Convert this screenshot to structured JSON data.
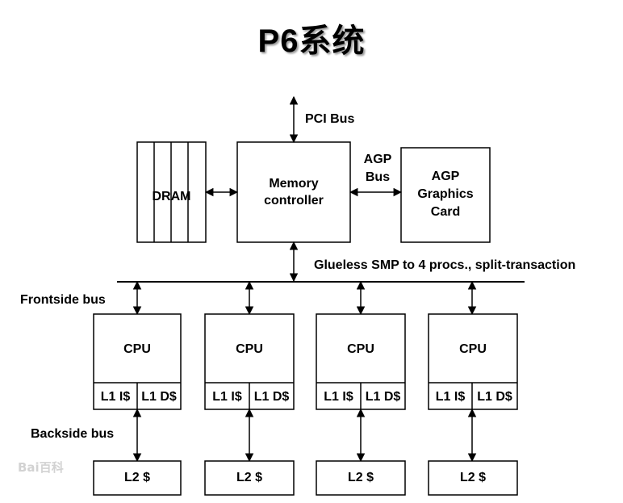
{
  "title": "P6系统",
  "blocks": {
    "dram": "DRAM",
    "memory_controller": [
      "Memory",
      "controller"
    ],
    "agp_card": [
      "AGP",
      "Graphics",
      "Card"
    ]
  },
  "buses": {
    "pci": "PCI Bus",
    "agp": [
      "AGP",
      "Bus"
    ],
    "smp_note": "Glueless SMP to 4 procs., split-transaction",
    "frontside": "Frontside bus",
    "backside": "Backside bus"
  },
  "cpus": [
    {
      "label": "CPU",
      "l1i": "L1 I$",
      "l1d": "L1 D$",
      "l2": "L2 $"
    },
    {
      "label": "CPU",
      "l1i": "L1 I$",
      "l1d": "L1 D$",
      "l2": "L2 $"
    },
    {
      "label": "CPU",
      "l1i": "L1 I$",
      "l1d": "L1 D$",
      "l2": "L2 $"
    },
    {
      "label": "CPU",
      "l1i": "L1 I$",
      "l1d": "L1 D$",
      "l2": "L2 $"
    }
  ],
  "watermark": "Bai百科"
}
